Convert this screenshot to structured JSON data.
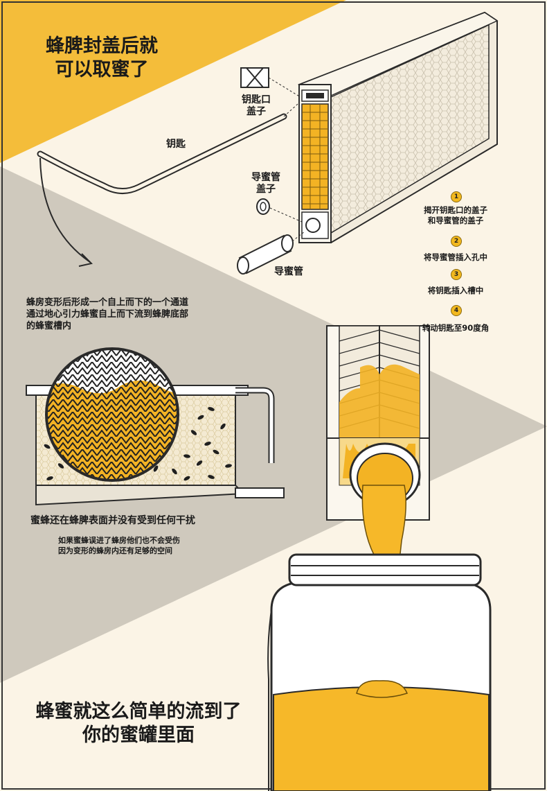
{
  "colors": {
    "yellow": "#f4bd3a",
    "cream": "#fbf4e6",
    "gray": "#cfc9bd",
    "honey": "#f6b829",
    "ink": "#2a2a2a"
  },
  "header": {
    "title_line1": "蜂脾封盖后就",
    "title_line2": "可以取蜜了"
  },
  "labels": {
    "key": "钥匙",
    "keyhole_cap_line1": "钥匙口",
    "keyhole_cap_line2": "盖子",
    "tube_cap_line1": "导蜜管",
    "tube_cap_line2": "盖子",
    "tube": "导蜜管"
  },
  "steps": [
    {
      "num": "1",
      "text_line1": "揭开钥匙口的盖子",
      "text_line2": "和导蜜管的盖子"
    },
    {
      "num": "2",
      "text_line1": "将导蜜管插入孔中",
      "text_line2": ""
    },
    {
      "num": "3",
      "text_line1": "将钥匙插入槽中",
      "text_line2": ""
    },
    {
      "num": "4",
      "text_line1": "转动钥匙至90度角",
      "text_line2": ""
    }
  ],
  "cells": {
    "desc_line1": "蜂房变形后形成一个自上而下的一个通道",
    "desc_line2": "通过地心引力蜂蜜自上而下流到蜂脾底部",
    "desc_line3": "的蜂蜜槽内"
  },
  "bees": {
    "caption": "蜜蜂还在蜂脾表面并没有受到任何干扰",
    "note_line1": "如果蜜蜂误进了蜂房他们也不会受伤",
    "note_line2": "因为变形的蜂房内还有足够的空间"
  },
  "footer": {
    "line1": "蜂蜜就这么简单的流到了",
    "line2": "你的蜜罐里面"
  }
}
